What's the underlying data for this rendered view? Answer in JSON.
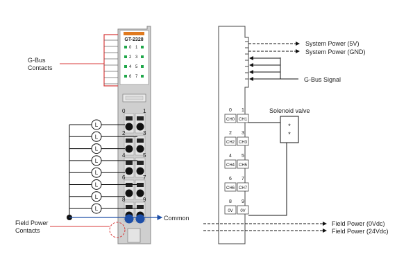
{
  "module": {
    "model": "GT-2328",
    "led_labels": [
      "0",
      "1",
      "2",
      "3",
      "4",
      "5",
      "6",
      "7"
    ],
    "terminal_numbers": [
      "0",
      "1",
      "2",
      "3",
      "4",
      "5",
      "6",
      "7",
      "8",
      "9"
    ],
    "load_symbol": "L",
    "load_count": 8
  },
  "callouts": {
    "gbus_contacts": [
      "G-Bus",
      "Contacts"
    ],
    "field_power_contacts": [
      "Field Power",
      "Contacts"
    ],
    "common": "Common"
  },
  "schematic": {
    "channel_numbers": [
      "0",
      "1",
      "2",
      "3",
      "4",
      "5",
      "6",
      "7",
      "8",
      "9"
    ],
    "channel_boxes": [
      "CH0",
      "CH1",
      "CH2",
      "CH3",
      "CH4",
      "CH5",
      "CH6",
      "CH7",
      "0V",
      "0V"
    ],
    "solenoid_label": "Solenoid valve",
    "system_power_5v": "System Power (5V)",
    "system_power_gnd": "System Power (GND)",
    "gbus_signal": "G-Bus Signal",
    "field_power_0vdc": "Field Power (0Vdc)",
    "field_power_24vdc": "Field Power (24Vdc)"
  },
  "colors": {
    "callout_red": "#d83a3a",
    "common_blue": "#1e4fa8",
    "module_gray": "#c8c8c8",
    "led_green": "#1fa84a",
    "label_orange": "#e07a1f"
  }
}
